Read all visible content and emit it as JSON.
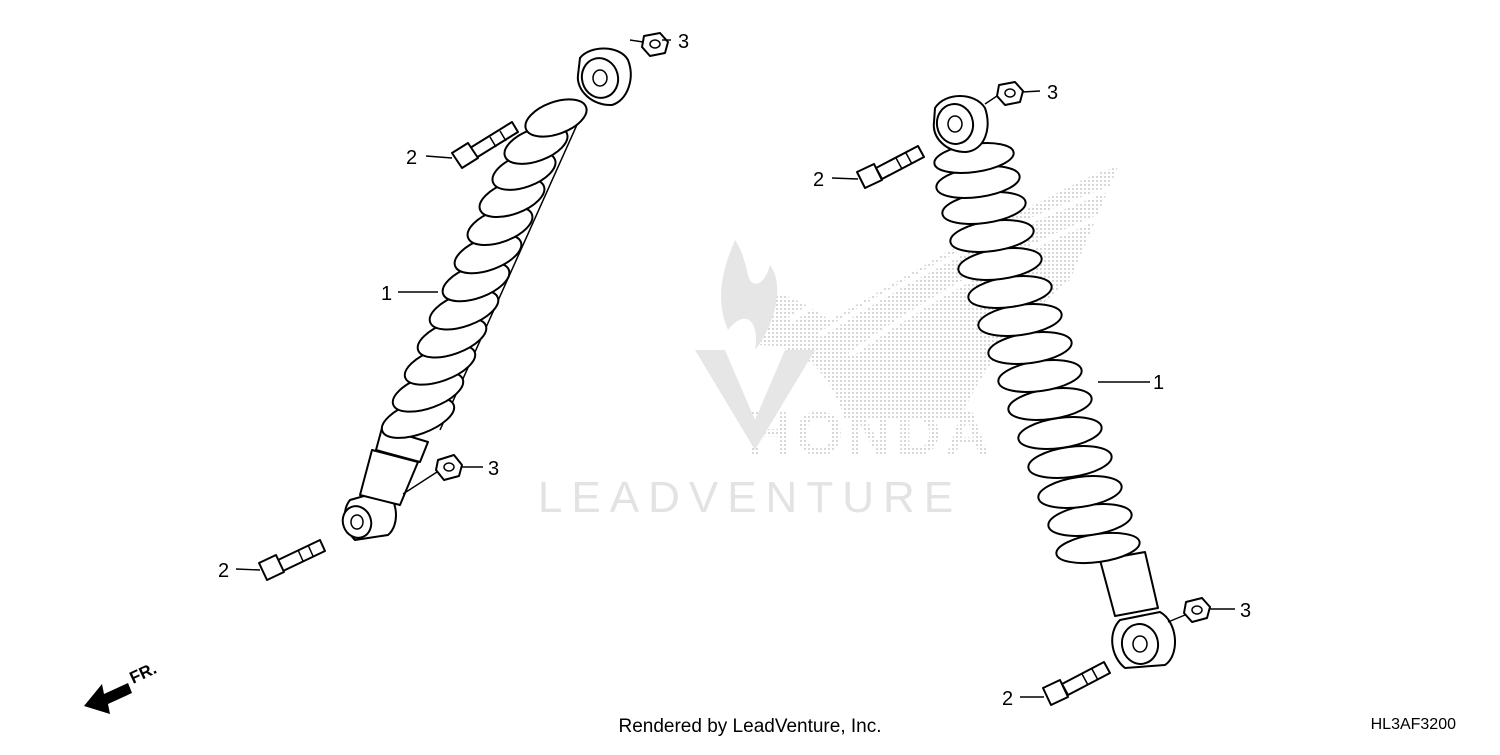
{
  "diagram": {
    "callouts": {
      "shock_absorber": "1",
      "bolt": "2",
      "nut": "3"
    },
    "direction_label": "FR.",
    "watermark_brand": "HONDA",
    "watermark_text": "LEADVENTURE"
  },
  "footer": {
    "credit": "Rendered by LeadVenture, Inc.",
    "diagram_code": "HL3AF3200"
  },
  "colors": {
    "line": "#000000",
    "watermark": "#d7d7d7",
    "background": "#ffffff"
  }
}
